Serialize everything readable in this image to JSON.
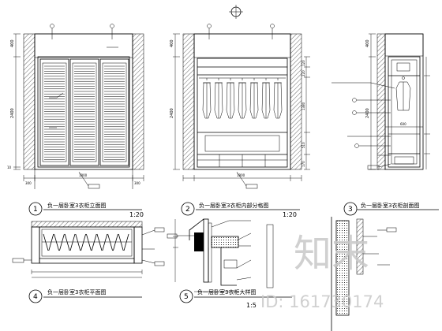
{
  "views": [
    {
      "num": "1",
      "title": "负一层卧室3衣柜立面图",
      "scale": "1:20"
    },
    {
      "num": "2",
      "title": "负一层卧室3衣柜内部分格图",
      "scale": "1:20"
    },
    {
      "num": "3",
      "title": "负一层卧室3衣柜剖面图",
      "scale": ""
    },
    {
      "num": "4",
      "title": "负一层卧室3衣柜平面图",
      "scale": ""
    },
    {
      "num": "5",
      "title": "负一层卧室3衣柜大样图",
      "scale": "1:5"
    }
  ],
  "dims": {
    "v1_top": "400",
    "v1_mid": "2400",
    "v1_bot": "10",
    "v1_w_left": "300",
    "v1_w_mid": "1800",
    "v1_w_right": "300",
    "v2_top": "400",
    "v2_mid": "2400",
    "v2_r1": "120",
    "v2_r2": "220",
    "v2_r3": "1380",
    "v2_r4": "510",
    "v2_r5": "170",
    "v2_w": "1800",
    "v3_top": "400",
    "v3_mid": "2400",
    "v3_w": "600"
  },
  "watermark": {
    "brand": "知末",
    "id_text": "ID: 161730174"
  }
}
